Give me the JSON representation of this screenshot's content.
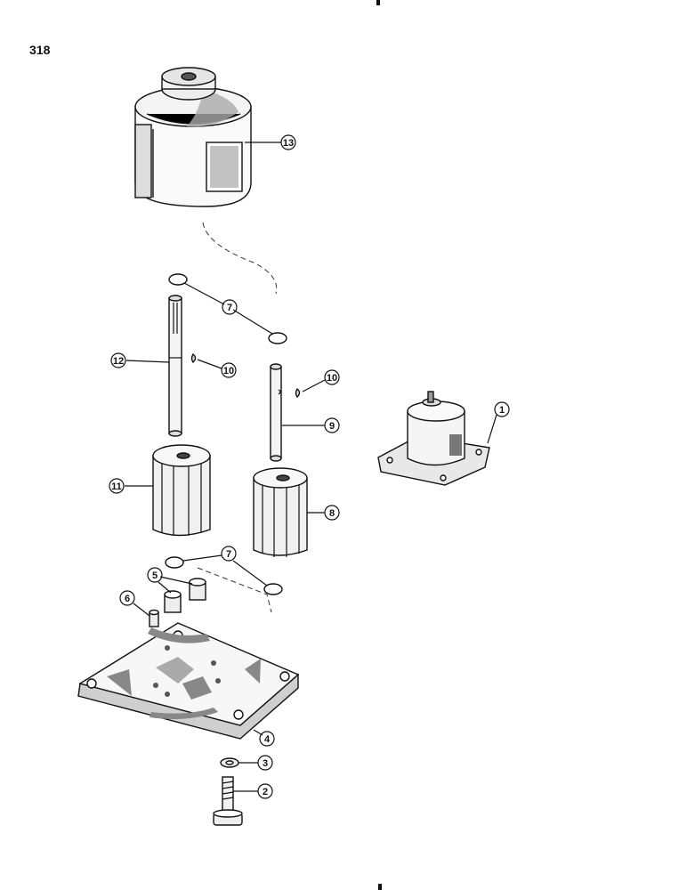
{
  "page": {
    "number": "318"
  },
  "colors": {
    "ink": "#111111",
    "light": "#f2f2f2",
    "shade": "#9a9a9a",
    "dark": "#333333"
  },
  "callouts": [
    {
      "id": "1",
      "part": "pump-assembly"
    },
    {
      "id": "2",
      "part": "bolt"
    },
    {
      "id": "3",
      "part": "washer"
    },
    {
      "id": "4",
      "part": "plate"
    },
    {
      "id": "5",
      "part": "bushings"
    },
    {
      "id": "6",
      "part": "dowel-pin"
    },
    {
      "id": "7",
      "part": "snap-rings"
    },
    {
      "id": "8",
      "part": "driven-gear"
    },
    {
      "id": "9",
      "part": "idler-shaft"
    },
    {
      "id": "10",
      "part": "keys"
    },
    {
      "id": "11",
      "part": "drive-gear"
    },
    {
      "id": "12",
      "part": "drive-shaft"
    },
    {
      "id": "13",
      "part": "pump-body"
    }
  ]
}
